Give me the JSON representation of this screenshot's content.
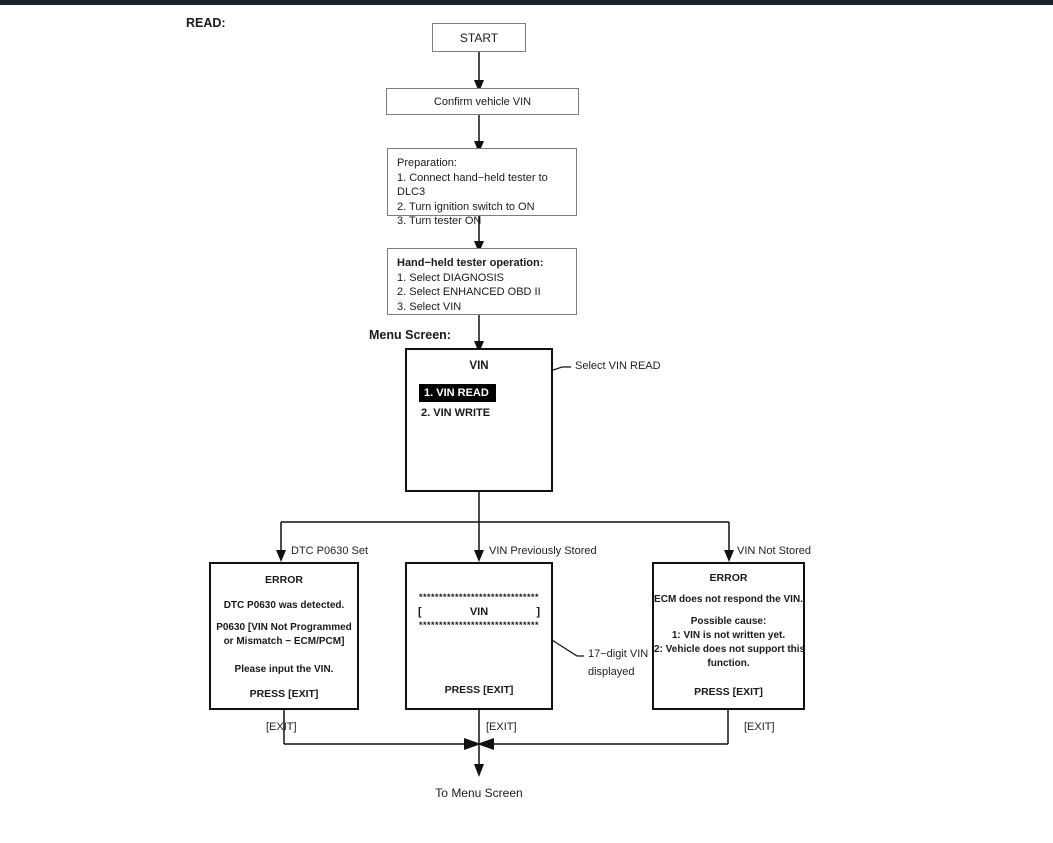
{
  "page": {
    "read_label": "READ:",
    "menu_screen_label": "Menu Screen:",
    "to_menu_screen": "To Menu Screen",
    "top_bar_color": "#19232d",
    "line_color": "#111111"
  },
  "flow": {
    "start": "START",
    "confirm": "Confirm vehicle VIN",
    "preparation": {
      "title": "Preparation:",
      "step1": "1. Connect hand−held tester to DLC3",
      "step2": "2. Turn ignition switch to ON",
      "step3": "3. Turn tester ON"
    },
    "tester_operation": {
      "title": "Hand−held tester operation:",
      "step1": "1. Select DIAGNOSIS",
      "step2": "2. Select ENHANCED OBD II",
      "step3": "3. Select VIN"
    },
    "menu": {
      "title": "VIN",
      "item_read": "1. VIN READ",
      "item_write": "2. VIN WRITE",
      "callout": "Select VIN READ"
    },
    "branches": {
      "left_label": "DTC P0630 Set",
      "middle_label": "VIN Previously Stored",
      "right_label": "VIN Not Stored"
    },
    "error_dtc": {
      "title": "ERROR",
      "line1": "DTC P0630 was detected.",
      "line2": "P0630  [VIN Not Programmed",
      "line3": "or Mismatch − ECM/PCM]",
      "line4": "Please input the VIN.",
      "press": "PRESS [EXIT]"
    },
    "vin_display": {
      "stars": "******************************",
      "bracket_open": "[",
      "vin": "VIN",
      "bracket_close": "]",
      "press": "PRESS [EXIT]",
      "callout_line1": "17−digit VIN",
      "callout_line2": "displayed"
    },
    "error_ecm": {
      "title": "ERROR",
      "line1": "ECM does not respond the VIN.",
      "line2": "Possible cause:",
      "line3": "1: VIN is not written yet.",
      "line4": "2: Vehicle does not support this",
      "line5": "function.",
      "press": "PRESS [EXIT]"
    },
    "exit_left": "[EXIT]",
    "exit_middle": "[EXIT]",
    "exit_right": "[EXIT]"
  }
}
